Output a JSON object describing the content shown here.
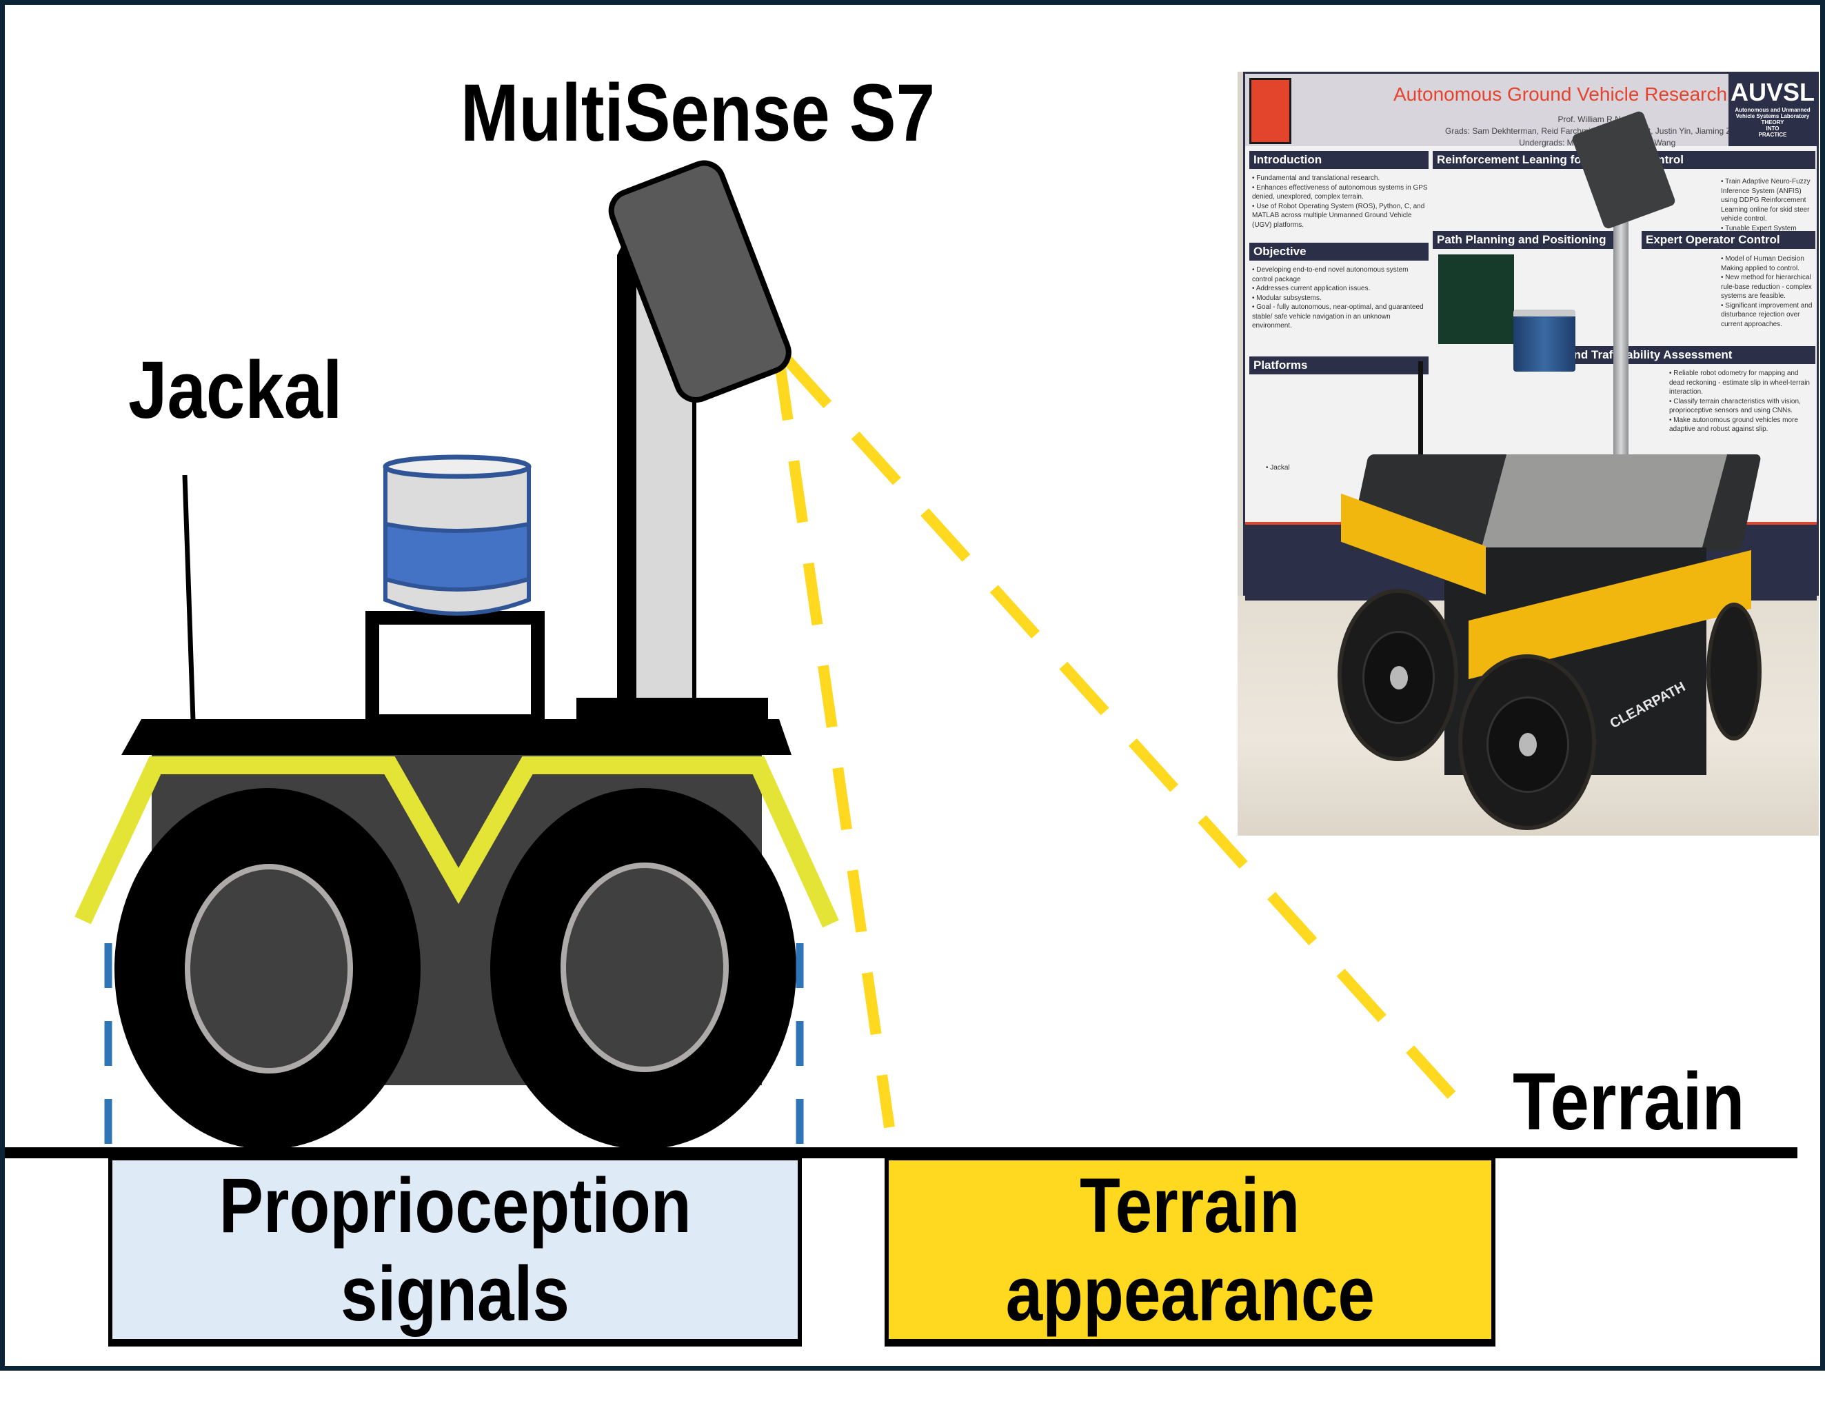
{
  "diagram": {
    "labels": {
      "sensor": "MultiSense S7",
      "robot": "Jackal",
      "ground": "Terrain"
    },
    "boxes": [
      {
        "id": "proprioception",
        "lines": [
          "Proprioception",
          "signals"
        ],
        "fill": "#deeaf6"
      },
      {
        "id": "terrain-appearance",
        "lines": [
          "Terrain",
          "appearance"
        ],
        "fill": "#ffd920"
      }
    ],
    "colors": {
      "frame": "#0b2536",
      "fov_dashes": "#ffd920",
      "wheel_span_dashes": "#2e75b6",
      "fender": "#e3e436",
      "body": "#404040",
      "lidar_blue": "#4472c4",
      "sensor_box": "#595959",
      "mast": "#d9d9d9"
    }
  },
  "photo": {
    "poster_title": "Autonomous Ground Vehicle Research",
    "poster_author": "Prof. William R Norris",
    "poster_grads": "Grads: Sam Dekhterman, Reid Farchmin, Konuralp Yigit, Justin Yin, Jiaming Zhang",
    "poster_undergrads": "Undergrads: Marius Juston, Gesong Wang",
    "lab_name": "AUVSL",
    "lab_full": "Autonomous and Unmanned Vehicle Systems Laboratory",
    "motto": [
      "THEORY",
      "INTO",
      "PRACTICE"
    ],
    "sections": {
      "introduction": {
        "title": "Introduction",
        "bullets": [
          "Fundamental and translational research.",
          "Enhances effectiveness of autonomous systems in GPS denied, unexplored, complex terrain.",
          "Use of Robot Operating System (ROS), Python, C, and MATLAB across multiple Unmanned Ground Vehicle (UGV) platforms."
        ]
      },
      "rl": {
        "title": "Reinforcement Leaning for Operator Control"
      },
      "rl_bullets": [
        "Train Adaptive Neuro-Fuzzy Inference System (ANFIS) using DDPG Reinforcement Learning online for skid steer vehicle control.",
        "Tunable Expert System"
      ],
      "objective": {
        "title": "Objective",
        "bullets": [
          "Developing end-to-end novel autonomous system control package",
          "Addresses current application issues.",
          "Modular subsystems.",
          "Goal - fully autonomous, near-optimal, and guaranteed stable/ safe vehicle navigation in an unknown environment."
        ]
      },
      "path": {
        "title": "Path Planning and Positioning"
      },
      "expert": {
        "title": "Expert Operator Control",
        "bullets": [
          "Model of Human Decision Making applied to control.",
          "New method for hierarchical rule-base reduction - complex systems are feasible.",
          "Significant improvement and disturbance rejection over current approaches."
        ]
      },
      "platforms": {
        "title": "Platforms",
        "caption": "Jackal"
      },
      "trafficability": {
        "title": "Terrain and Trafficability Assessment",
        "bullets": [
          "Reliable robot odometry for mapping and dead reckoning - estimate slip in wheel-terrain interaction.",
          "Classify terrain characteristics with vision, proprioceptive sensors and using CNNs.",
          "Make autonomous ground vehicles more adaptive and robust against slip."
        ]
      }
    },
    "robot_brand": "CLEARPATH"
  }
}
